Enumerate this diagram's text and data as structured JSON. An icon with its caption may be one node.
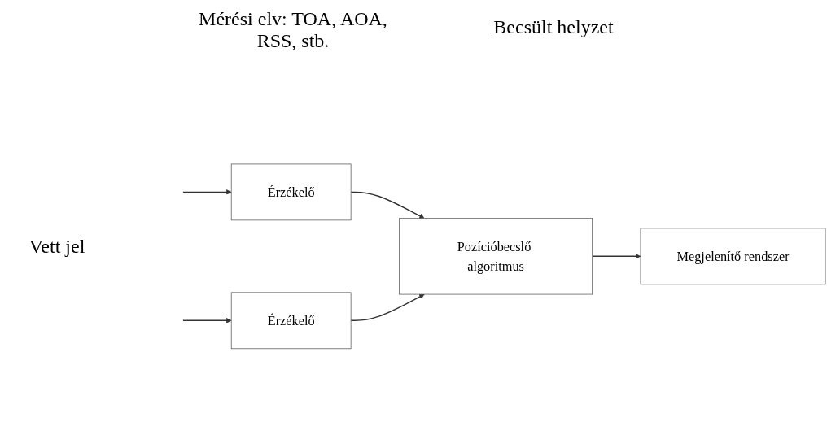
{
  "diagram": {
    "nodes": [
      {
        "text": [
          "Érzékelő"
        ]
      },
      {
        "text": [
          "Érzékelő"
        ]
      },
      {
        "text": [
          "Pozícióbecslő algoritmus"
        ]
      },
      {
        "text": [
          "Megjelenítő rendszer"
        ]
      }
    ],
    "edges": [
      {
        "from": null,
        "to": 0,
        "arrow": "to"
      },
      {
        "from": null,
        "to": 1,
        "arrow": "to"
      },
      {
        "from": 0,
        "to": 2,
        "arrow": "to"
      },
      {
        "from": 1,
        "to": 2,
        "arrow": "to"
      },
      {
        "from": 2,
        "to": 3,
        "arrow": "to"
      }
    ],
    "labels": [
      "Mérési elv: TOA, AOA, RSS, stb.",
      "Becsült helyzet",
      "Vett jel"
    ]
  }
}
